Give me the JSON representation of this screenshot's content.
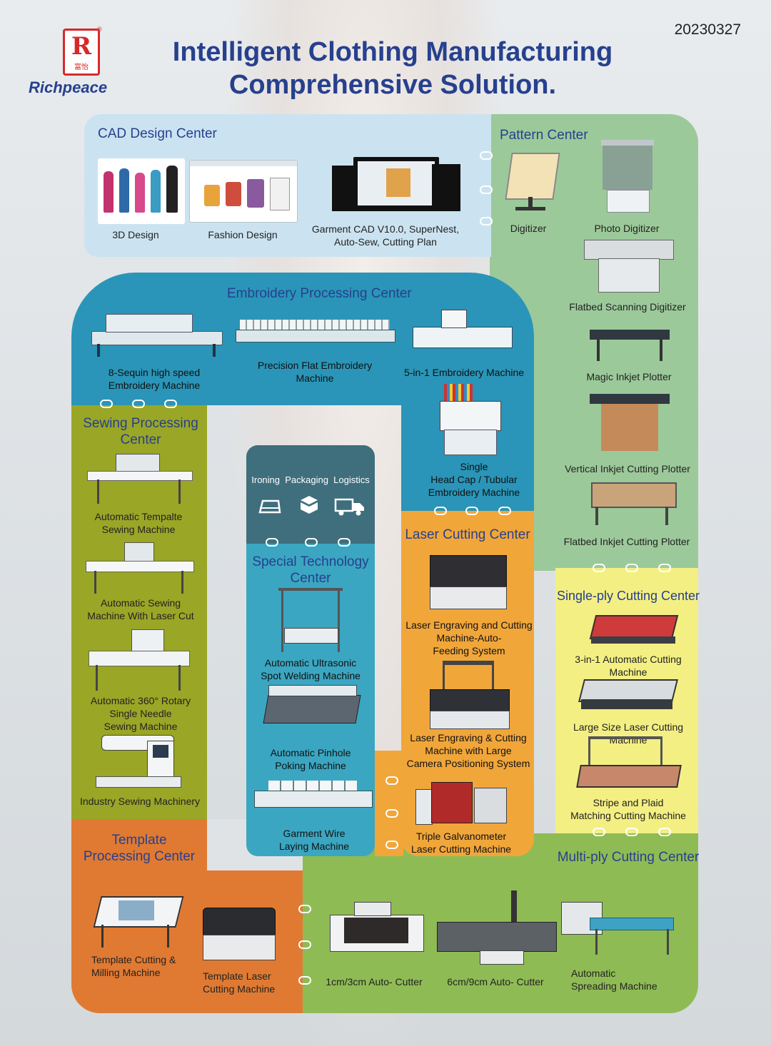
{
  "date_code": "20230327",
  "brand": {
    "name": "Richpeace",
    "chinese": "富怡",
    "mark": "R",
    "registered": "®"
  },
  "title": {
    "line1": "Intelligent Clothing Manufacturing",
    "line2": "Comprehensive Solution."
  },
  "colors": {
    "title": "#27408e",
    "cad": "#cbe3f1",
    "pattern": "#9cc99a",
    "embroidery": "#2a95b8",
    "sewing": "#9aa626",
    "ironing": "#3f6e7d",
    "special": "#3ba6c1",
    "laser": "#f1a63a",
    "single_ply": "#f3ef83",
    "multi_ply": "#8fbb55",
    "template": "#e07a32"
  },
  "sections": {
    "cad": {
      "title": "CAD Design Center",
      "items": [
        "3D Design",
        "Fashion Design",
        "Garment CAD V10.0, SuperNest,\nAuto-Sew, Cutting Plan"
      ]
    },
    "pattern": {
      "title": "Pattern Center",
      "items": [
        "Digitizer",
        "Photo Digitizer",
        "Flatbed Scanning Digitizer",
        "Magic Inkjet Plotter",
        "Vertical Inkjet Cutting Plotter",
        "Flatbed Inkjet Cutting Plotter"
      ]
    },
    "embroidery": {
      "title": "Embroidery Processing Center",
      "items": [
        "8-Sequin high speed\nEmbroidery Machine",
        "Precision Flat Embroidery\nMachine",
        "5-in-1 Embroidery Machine",
        "Single\nHead Cap / Tubular\nEmbroidery Machine"
      ]
    },
    "sewing": {
      "title": "Sewing Processing\nCenter",
      "items": [
        "Automatic Tempalte\nSewing Machine",
        "Automatic Sewing\nMachine With Laser Cut",
        "Automatic 360° Rotary\nSingle Needle\nSewing Machine",
        "Industry Sewing Machinery"
      ]
    },
    "ironing": {
      "title": "Ironing  Packaging  Logistics",
      "icons": [
        "iron-icon",
        "package-icon",
        "truck-icon"
      ]
    },
    "special": {
      "title": "Special Technology\nCenter",
      "items": [
        "Automatic Ultrasonic\nSpot Welding Machine",
        "Automatic Pinhole\nPoking Machine",
        "Garment Wire\nLaying Machine"
      ]
    },
    "laser": {
      "title": "Laser Cutting Center",
      "items": [
        "Laser Engraving and Cutting\nMachine-Auto-\nFeeding System",
        "Laser Engraving & Cutting\nMachine with Large\nCamera Positioning System",
        "Triple Galvanometer\nLaser Cutting Machine"
      ]
    },
    "single_ply": {
      "title": "Single-ply Cutting Center",
      "items": [
        "3-in-1 Automatic Cutting Machine",
        "Large Size Laser Cutting Machine",
        "Stripe and Plaid\nMatching Cutting Machine"
      ]
    },
    "multi_ply": {
      "title": "Multi-ply Cutting Center",
      "items": [
        "1cm/3cm Auto- Cutter",
        "6cm/9cm Auto- Cutter",
        "Automatic\nSpreading Machine"
      ]
    },
    "template": {
      "title": "Template\nProcessing Center",
      "items": [
        "Template Cutting &\nMilling Machine",
        "Template Laser\nCutting Machine"
      ]
    }
  }
}
